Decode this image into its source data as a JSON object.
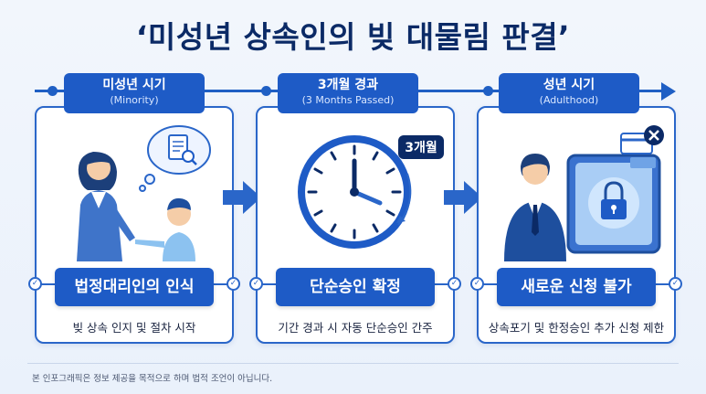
{
  "title": "‘미성년 상속인의 빚 대물림 판결’",
  "phases": [
    {
      "label": "미성년 시기",
      "sublabel": "(Minority)",
      "result": "법정대리인의 인식",
      "description": "빚 상속 인지 및 절차 시작"
    },
    {
      "label": "3개월 경과",
      "sublabel": "(3 Months Passed)",
      "result": "단순승인 확정",
      "description": "기간 경과 시 자동 단순승인 간주",
      "clock_badge": "3개월"
    },
    {
      "label": "성년 시기",
      "sublabel": "(Adulthood)",
      "result": "새로운 신청 불가",
      "description": "상속포기 및 한정승인 추가 신청 제한"
    }
  ],
  "footnote": "본 인포그래픽은 정보 제공을 목적으로 하며 법적 조언이 아닙니다.",
  "colors": {
    "primary": "#1e5bc6",
    "navy": "#0b2a66",
    "accent": "#2a66c9"
  }
}
